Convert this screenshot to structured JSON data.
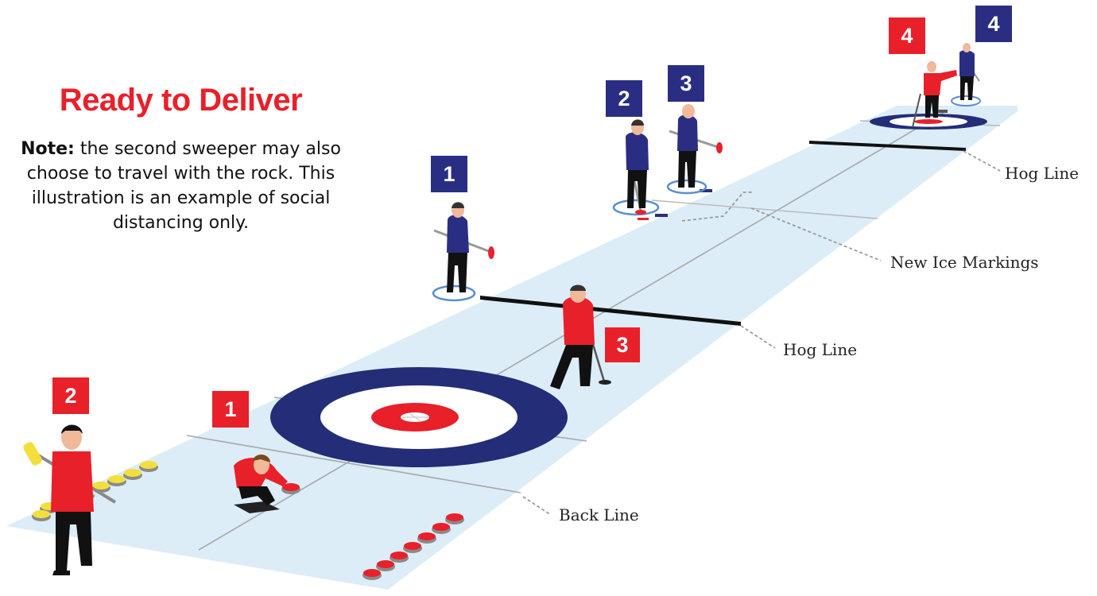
{
  "title": "Ready to Deliver",
  "note": {
    "label": "Note:",
    "text": "the second sweeper may also choose to travel with the rock. This illustration is an example of social distancing only."
  },
  "colors": {
    "team_red": "#e8202a",
    "team_blue": "#2a2e83",
    "ice": "#dcedf8",
    "house_outer": "#232d78",
    "house_button": "#e8202a",
    "yellow_stone": "#f3df3c"
  },
  "badges": {
    "red_1": "1",
    "red_2": "2",
    "red_3": "3",
    "red_4": "4",
    "blue_1": "1",
    "blue_2": "2",
    "blue_3": "3",
    "blue_4": "4"
  },
  "callouts": {
    "hog_line_far": "Hog Line",
    "new_ice_markings": "New Ice Markings",
    "hog_line_near": "Hog Line",
    "back_line": "Back Line"
  }
}
